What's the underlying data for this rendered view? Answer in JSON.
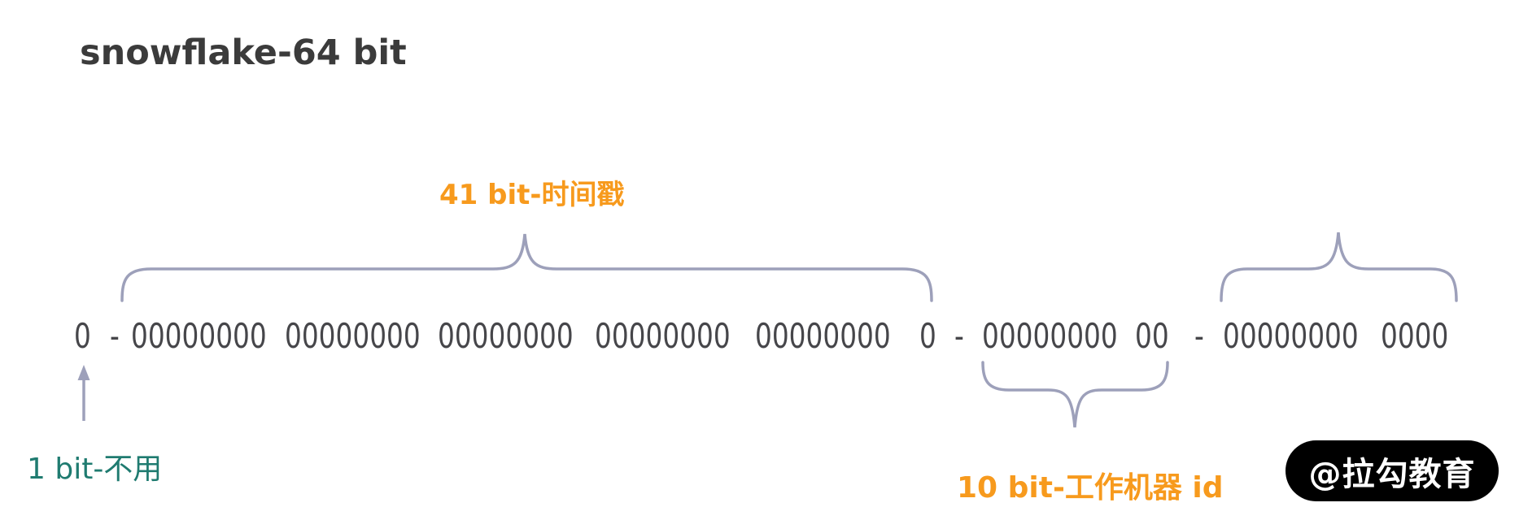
{
  "title": "snowflake-64 bit",
  "labels": {
    "timestamp": "41 bit-时间戳",
    "sign": "1 bit-不用",
    "worker": "10 bit-工作机器 id"
  },
  "bits": [
    "0",
    "-",
    "00000000",
    "00000000",
    "00000000",
    "00000000",
    "00000000",
    "0",
    "-",
    "00000000",
    "00",
    "-",
    "00000000",
    "0000"
  ],
  "bit_sections": {
    "sign_bits": 1,
    "timestamp_bits": 41,
    "worker_bits": 10,
    "sequence_bits": 12,
    "total_bits": 64
  },
  "watermark": "@拉勾教育",
  "colors": {
    "orange": "#F79A1D",
    "teal": "#1F7B70",
    "title_text": "#3B3B3B",
    "bits_text": "#46464A",
    "brace": "#9DA0BA",
    "watermark_bg": "#000000",
    "watermark_text": "#FFFFFF",
    "background": "#FFFFFF"
  }
}
